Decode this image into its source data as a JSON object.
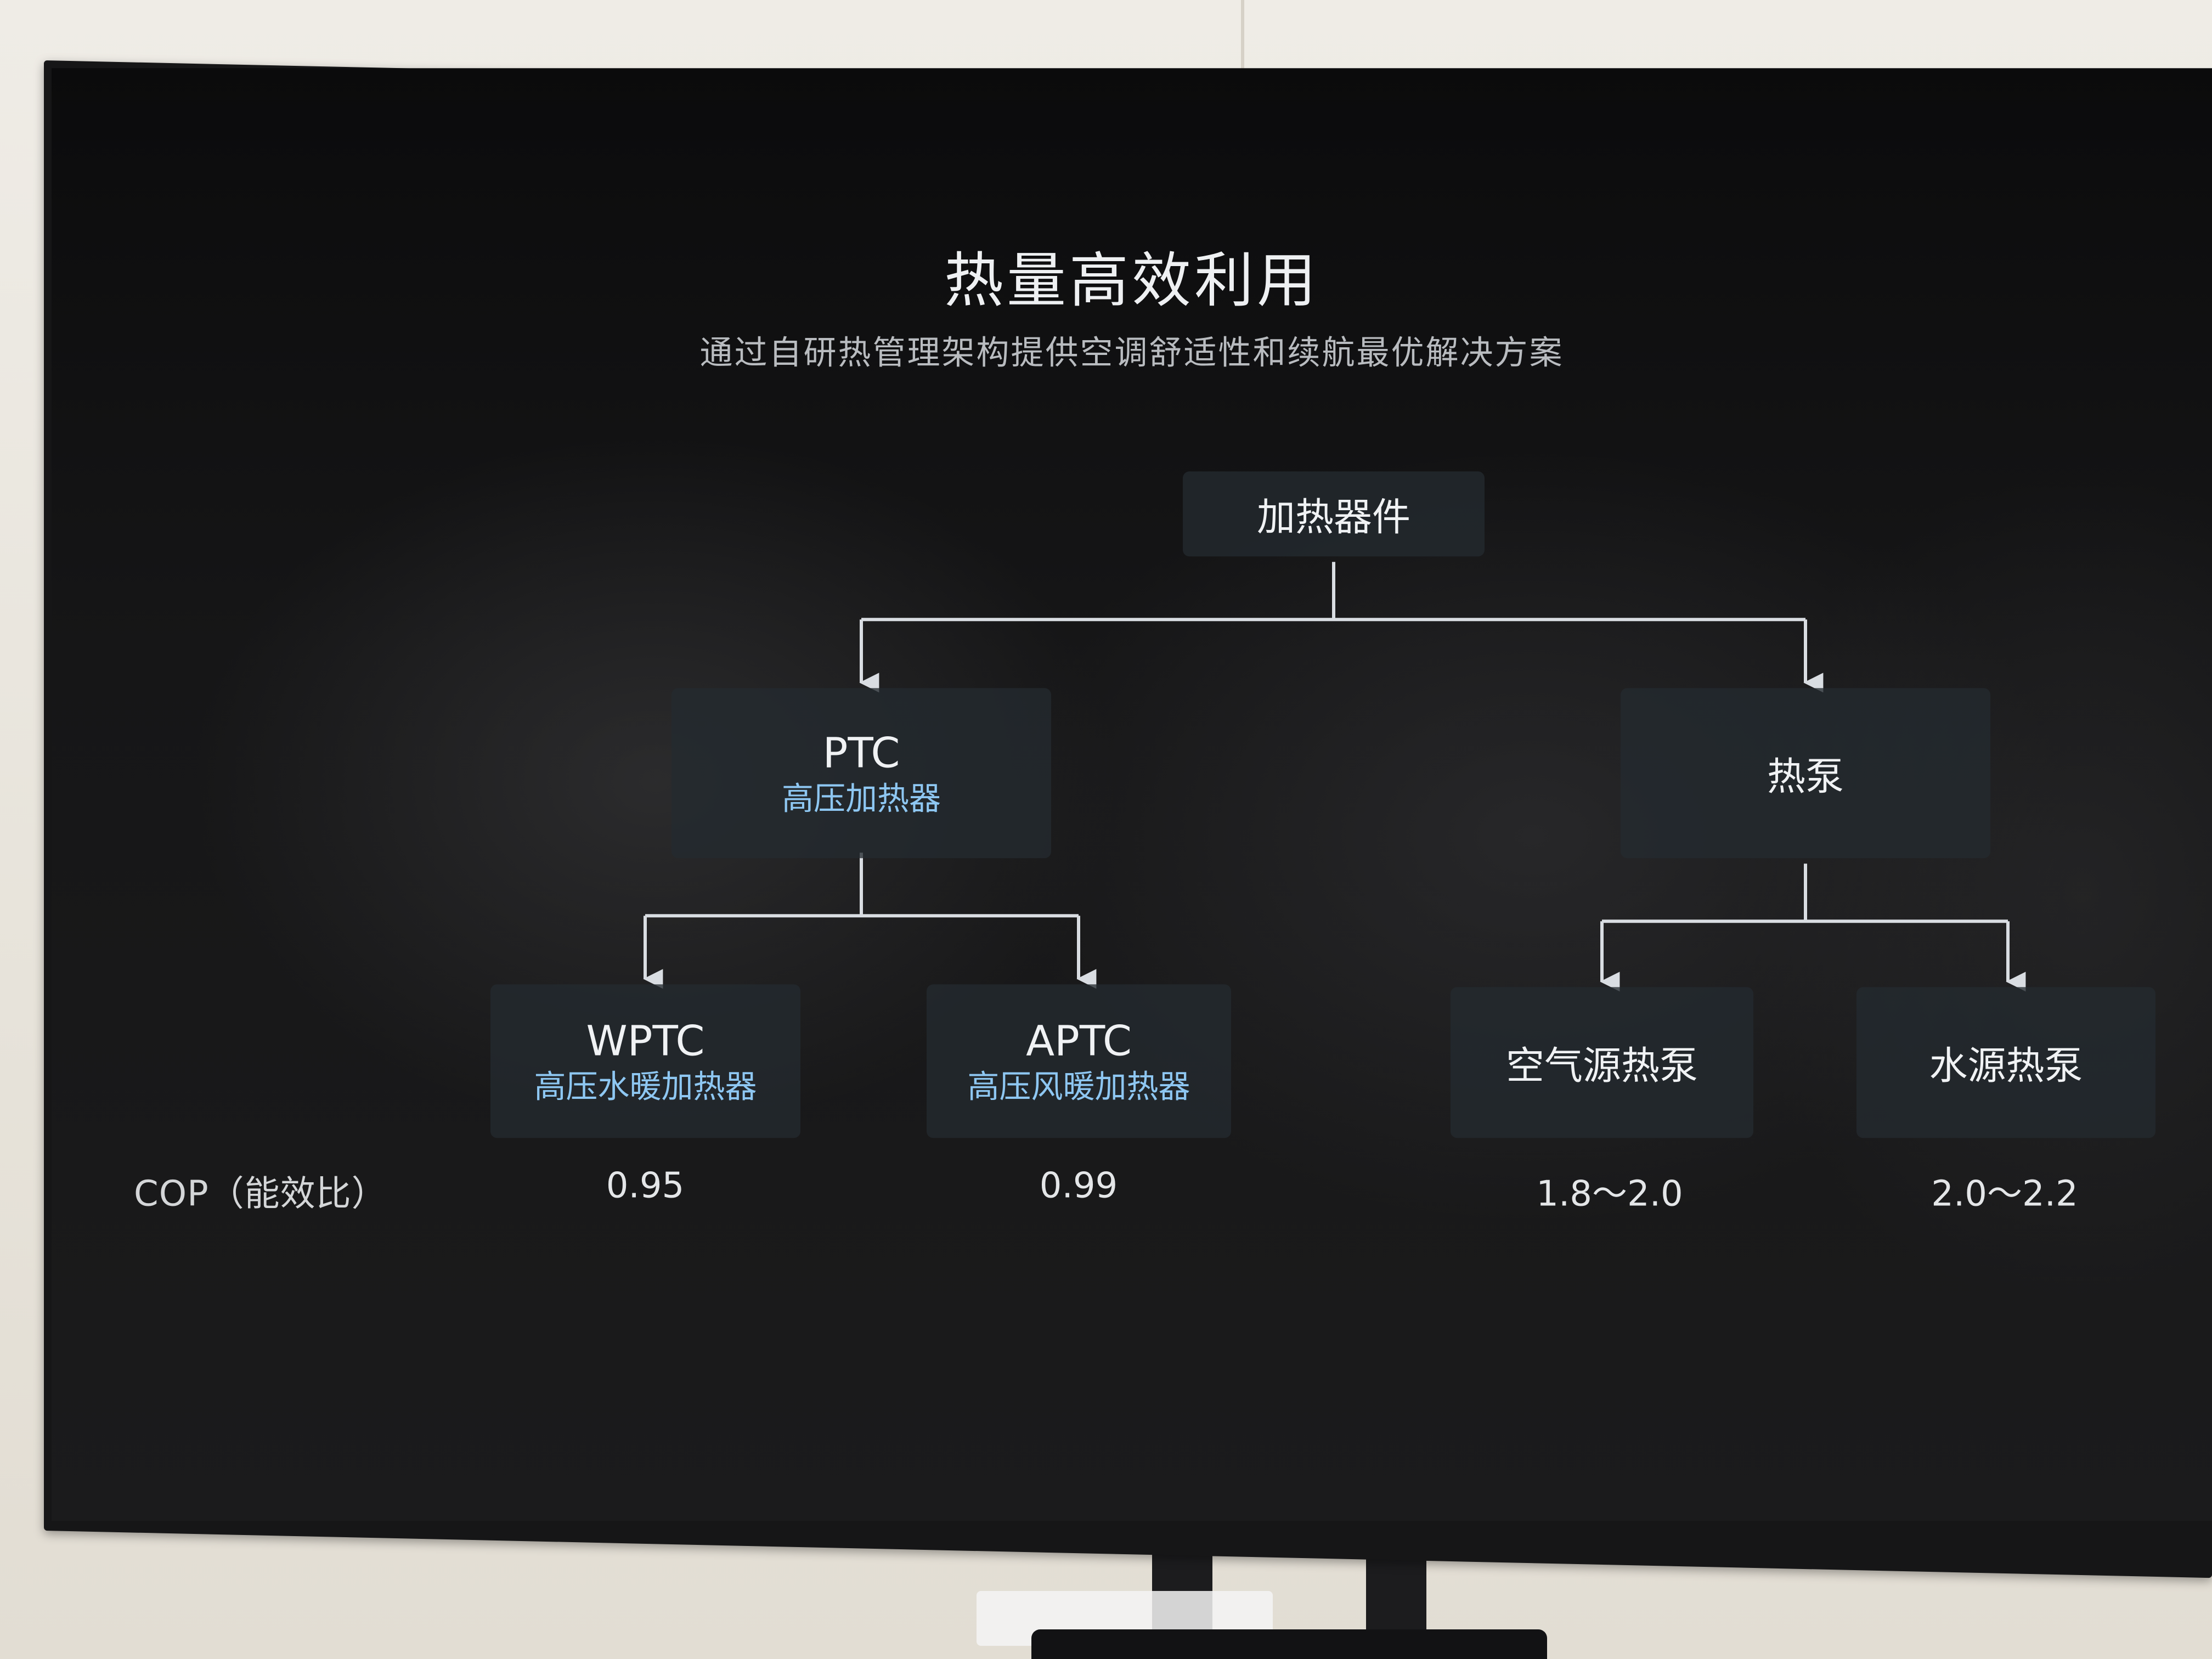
{
  "slide": {
    "title": "热量高效利用",
    "subtitle": "通过自研热管理架构提供空调舒适性和续航最优解决方案"
  },
  "tree": {
    "root": "加热器件",
    "ptc": {
      "main": "PTC",
      "sub": "高压加热器"
    },
    "heat_pump": "热泵",
    "wptc": {
      "main": "WPTC",
      "sub": "高压水暖加热器"
    },
    "aptc": {
      "main": "APTC",
      "sub": "高压风暖加热器"
    },
    "air_source": "空气源热泵",
    "water_source": "水源热泵"
  },
  "cop": {
    "label": "COP（能效比）",
    "wptc": "0.95",
    "aptc": "0.99",
    "air_source": "1.8～2.0",
    "water_source": "2.0～2.2"
  },
  "colors": {
    "accent": "#8ec7f2",
    "screen": "#141415",
    "connector": "#d9dde2"
  }
}
